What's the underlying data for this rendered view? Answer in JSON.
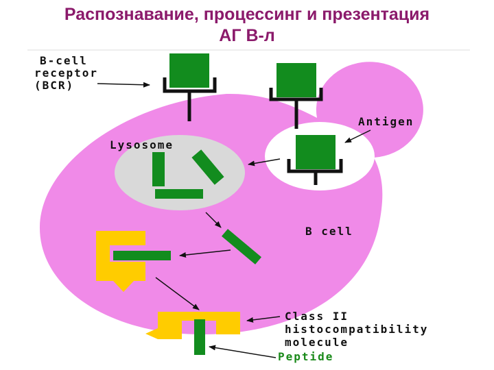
{
  "title": {
    "line1": "Распознавание, процессинг и презентация",
    "line2": "АГ В-л"
  },
  "labels": {
    "bcr_line1": "B-cell",
    "bcr_line2": "receptor",
    "bcr_line3": "(BCR)",
    "antigen": "Antigen",
    "lysosome": "Lysosome",
    "b_cell": "B cell",
    "mhc_line1": "Class II",
    "mhc_line2": "histocompatibility",
    "mhc_line3": "molecule",
    "peptide": "Peptide"
  },
  "colors": {
    "cell": "#f08ae8",
    "lysosome": "#d9d9d9",
    "antigen": "#128c1e",
    "receptor": "#111111",
    "mhc": "#ffcc00",
    "title": "#8b1a6b",
    "peptide_label": "#1a8a1a"
  }
}
